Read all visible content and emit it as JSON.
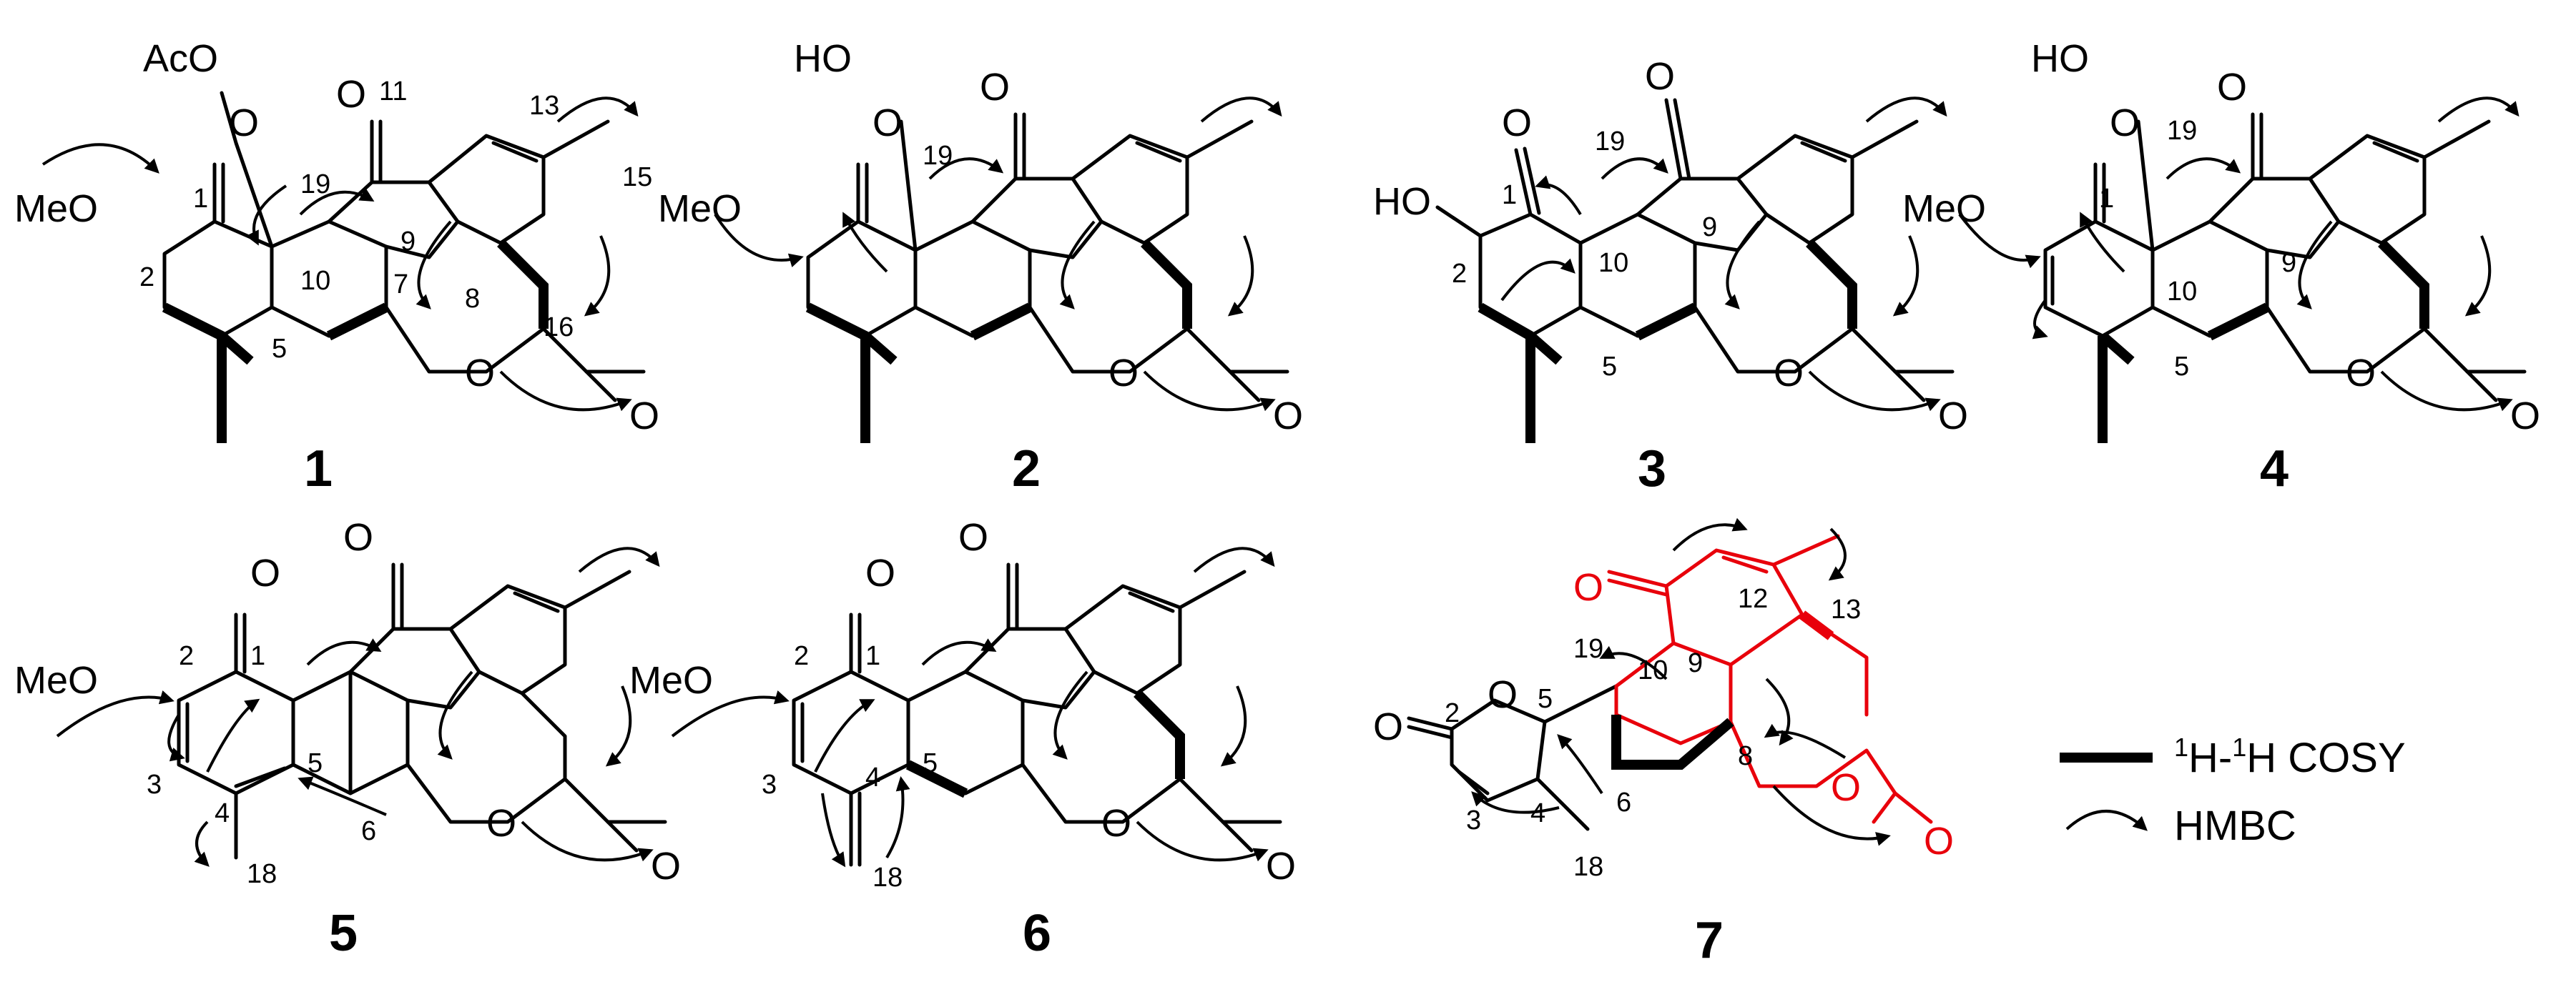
{
  "compounds": [
    {
      "label": "1",
      "substituents": [
        "AcO",
        "O",
        "O",
        "MeO",
        "O",
        "O"
      ],
      "numbers": [
        "11",
        "13",
        "1",
        "19",
        "9",
        "15",
        "2",
        "10",
        "8",
        "7",
        "16",
        "5"
      ]
    },
    {
      "label": "2",
      "substituents": [
        "HO",
        "O",
        "O",
        "MeO",
        "O",
        "O"
      ],
      "numbers": [
        "19"
      ]
    },
    {
      "label": "3",
      "substituents": [
        "O",
        "O",
        "HO",
        "O",
        "O"
      ],
      "numbers": [
        "19",
        "1",
        "2",
        "10",
        "9",
        "5"
      ]
    },
    {
      "label": "4",
      "substituents": [
        "HO",
        "O",
        "O",
        "MeO",
        "O",
        "O"
      ],
      "numbers": [
        "19",
        "1",
        "10",
        "9",
        "5"
      ]
    },
    {
      "label": "5",
      "substituents": [
        "O",
        "O",
        "MeO",
        "O",
        "O"
      ],
      "numbers": [
        "2",
        "1",
        "3",
        "5",
        "4",
        "6",
        "18"
      ]
    },
    {
      "label": "6",
      "substituents": [
        "O",
        "O",
        "MeO",
        "O",
        "O"
      ],
      "numbers": [
        "2",
        "1",
        "5",
        "3",
        "4",
        "18"
      ]
    },
    {
      "label": "7",
      "substituents": [
        "O",
        "O",
        "O",
        "O",
        "O"
      ],
      "numbers": [
        "12",
        "13",
        "19",
        "10",
        "9",
        "5",
        "2",
        "8",
        "3",
        "4",
        "6",
        "18"
      ]
    }
  ],
  "legend": {
    "cosy_label": "H-",
    "cosy_sup1": "1",
    "cosy_sup2": "1",
    "cosy_suffix": "H COSY",
    "hmbc_label": "HMBC"
  },
  "colors": {
    "highlight": "#e8000b",
    "ink": "#000000"
  }
}
